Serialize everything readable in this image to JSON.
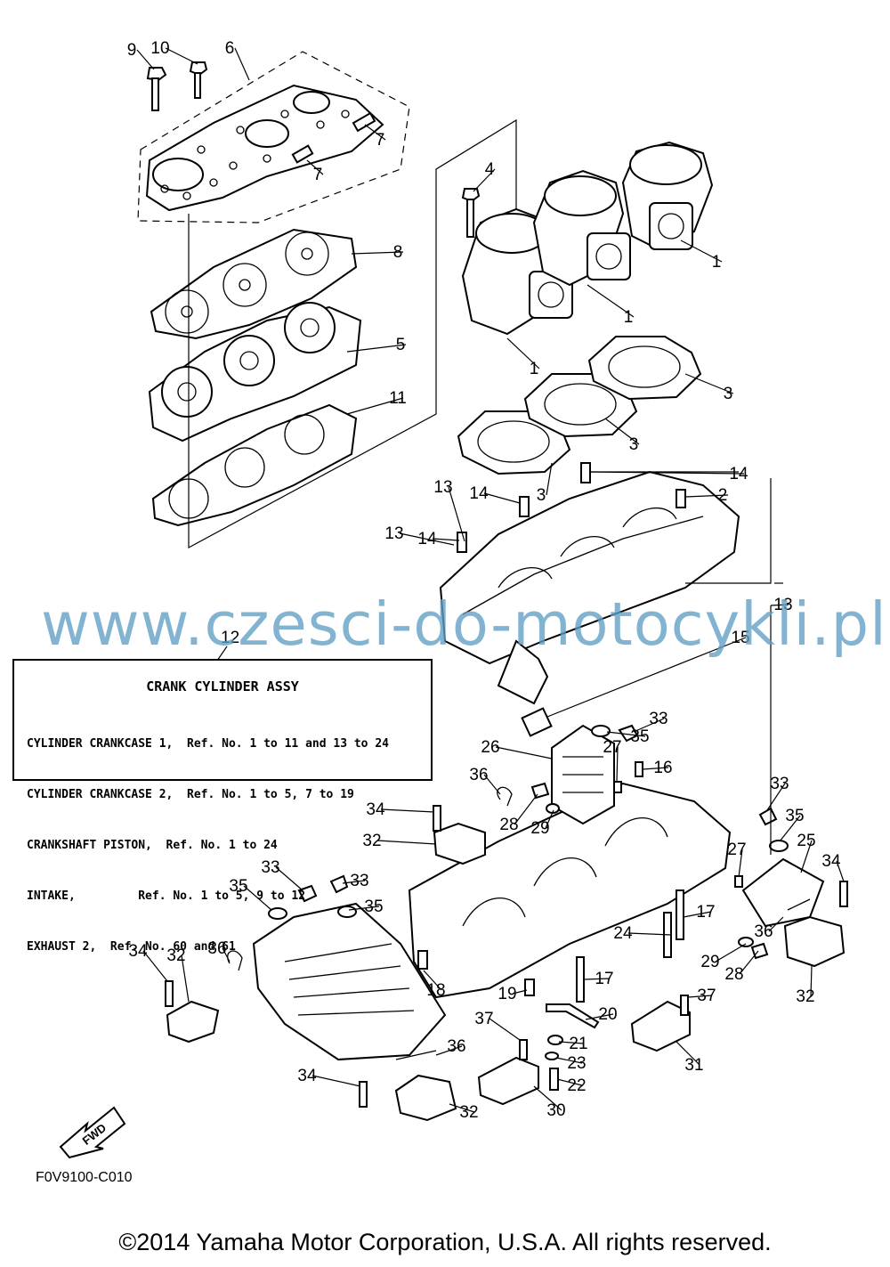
{
  "diagram": {
    "code": "F0V9100-C010",
    "copyright": "©2014 Yamaha Motor Corporation, U.S.A. All rights reserved.",
    "watermark": "www.czesci-do-motocykli.pl",
    "fwd_label": "FWD"
  },
  "assy_box": {
    "ref": "12",
    "title": "CRANK CYLINDER ASSY",
    "lines": [
      "CYLINDER CRANKCASE 1,  Ref. No. 1 to 11 and 13 to 24",
      "CYLINDER CRANKCASE 2,  Ref. No. 1 to 5, 7 to 19",
      "CRANKSHAFT PISTON,  Ref. No. 1 to 24",
      "INTAKE,         Ref. No. 1 to 5, 9 to 12",
      "EXHAUST 2,  Ref. No. 60 and 61"
    ]
  },
  "callouts": [
    "1",
    "1",
    "1",
    "2",
    "3",
    "3",
    "3",
    "4",
    "5",
    "6",
    "7",
    "7",
    "8",
    "9",
    "10",
    "11",
    "13",
    "13",
    "13",
    "14",
    "14",
    "14",
    "15",
    "16",
    "17",
    "17",
    "18",
    "19",
    "20",
    "21",
    "22",
    "23",
    "24",
    "25",
    "26",
    "27",
    "27",
    "28",
    "28",
    "29",
    "29",
    "30",
    "31",
    "32",
    "32",
    "32",
    "32",
    "33",
    "33",
    "33",
    "33",
    "34",
    "34",
    "34",
    "34",
    "35",
    "35",
    "35",
    "35",
    "36",
    "36",
    "36",
    "36",
    "37",
    "37"
  ]
}
